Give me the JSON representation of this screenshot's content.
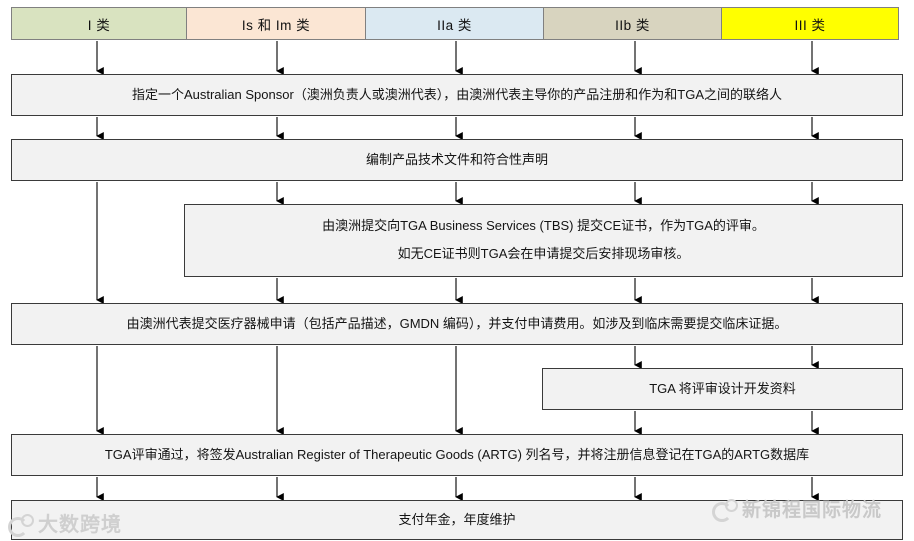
{
  "diagram": {
    "title": "TGA Medical Device Registration Flow",
    "classes": [
      {
        "label": "I 类",
        "color": "#d9e3c0",
        "width": 176
      },
      {
        "label": "Is 和 Im 类",
        "color": "#fbe6d4",
        "width": 180
      },
      {
        "label": "IIa 类",
        "color": "#dbe9f2",
        "width": 179
      },
      {
        "label": "IIb 类",
        "color": "#d8d4bf",
        "width": 179
      },
      {
        "label": "III 类",
        "color": "#ffff00",
        "width": 178
      }
    ],
    "steps": {
      "sponsor": "指定一个Australian Sponsor（澳洲负责人或澳洲代表），由澳洲代表主导你的产品注册和作为和TGA之间的联络人",
      "technical_file": "编制产品技术文件和符合性声明",
      "tbs_line1": "由澳洲提交向TGA Business Services (TBS) 提交CE证书，作为TGA的评审。",
      "tbs_line2": "如无CE证书则TGA会在申请提交后安排现场审核。",
      "application": "由澳洲代表提交医疗器械申请（包括产品描述，GMDN 编码），并支付申请费用。如涉及到临床需要提交临床证据。",
      "design_review": "TGA 将评审设计开发资料",
      "artg": "TGA评审通过，将签发Australian Register of Therapeutic Goods (ARTG) 列名号，并将注册信息登记在TGA的ARTG数据库",
      "annual_fee": "支付年金，年度维护"
    },
    "watermarks": {
      "left": "大数跨境",
      "right": "新锦程国际物流"
    },
    "colors": {
      "box_fill": "#f2f2f2",
      "box_border": "#3a3a3a",
      "arrow": "#000000"
    }
  }
}
